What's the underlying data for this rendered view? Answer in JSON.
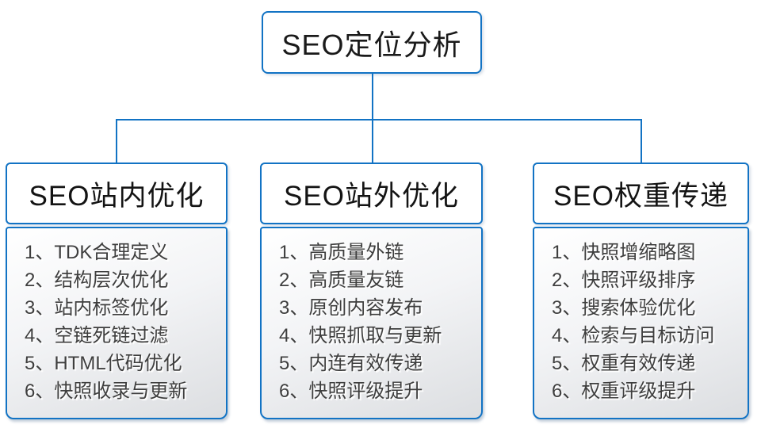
{
  "root": {
    "label": "SEO定位分析"
  },
  "colors": {
    "line": "#1273c4",
    "box_border": "#1273c4",
    "box_fill": "#ffffff",
    "list_fill_top": "#ffffff",
    "list_fill_bottom": "#dcdee1",
    "text": "#1a1a1a",
    "list_text": "#3e3e3e"
  },
  "branches": [
    {
      "title": "SEO站内优化",
      "items": [
        "1、TDK合理定义",
        "2、结构层次优化",
        "3、站内标签优化",
        "4、空链死链过滤",
        "5、HTML代码优化",
        "6、快照收录与更新"
      ]
    },
    {
      "title": "SEO站外优化",
      "items": [
        "1、高质量外链",
        "2、高质量友链",
        "3、原创内容发布",
        "4、快照抓取与更新",
        "5、内连有效传递",
        "6、快照评级提升"
      ]
    },
    {
      "title": "SEO权重传递",
      "items": [
        "1、快照增缩略图",
        "2、快照评级排序",
        "3、搜索体验优化",
        "4、检索与目标访问",
        "5、权重有效传递",
        "6、权重评级提升"
      ]
    }
  ]
}
